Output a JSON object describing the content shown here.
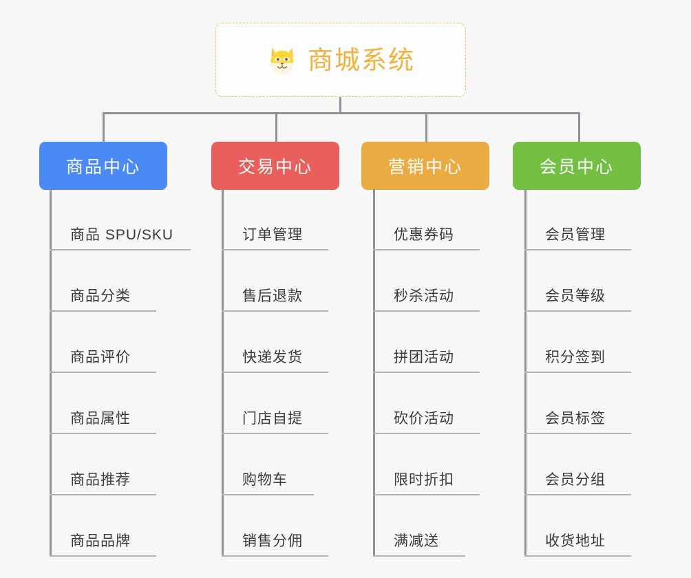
{
  "page": {
    "background_color": "#f7f7f7",
    "type": "mindmap-org-chart"
  },
  "root": {
    "title": "商城系统",
    "icon": "shiba-dog-face-icon",
    "text_color": "#f0b23c",
    "border_color": "#f0c070",
    "background_color": "#fdfdfd"
  },
  "connector": {
    "color": "#909399"
  },
  "branches": [
    {
      "label": "商品中心",
      "color": "#4a8af4",
      "leaves": [
        "商品 SPU/SKU",
        "商品分类",
        "商品评价",
        "商品属性",
        "商品推荐",
        "商品品牌"
      ]
    },
    {
      "label": "交易中心",
      "color": "#e95f5c",
      "leaves": [
        "订单管理",
        "售后退款",
        "快递发货",
        "门店自提",
        "购物车",
        "销售分佣"
      ]
    },
    {
      "label": "营销中心",
      "color": "#eaab42",
      "leaves": [
        "优惠券码",
        "秒杀活动",
        "拼团活动",
        "砍价活动",
        "限时折扣",
        "满减送"
      ]
    },
    {
      "label": "会员中心",
      "color": "#72bf44",
      "leaves": [
        "会员管理",
        "会员等级",
        "积分签到",
        "会员标签",
        "会员分组",
        "收货地址"
      ]
    }
  ]
}
